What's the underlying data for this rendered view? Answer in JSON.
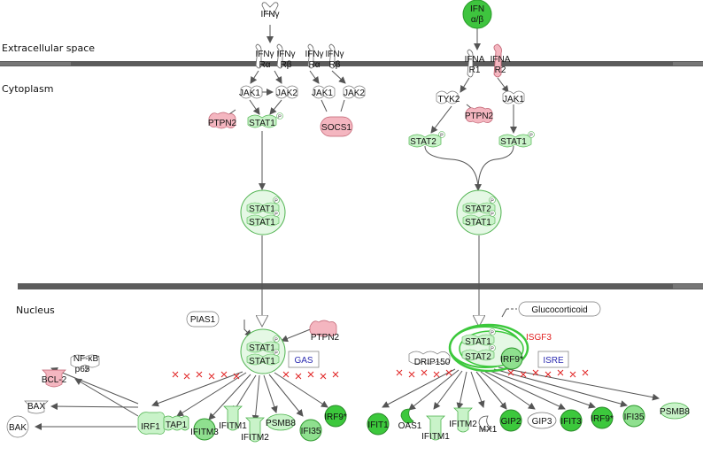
{
  "regions": {
    "extracellular": "Extracellular space",
    "cytoplasm": "Cytoplasm",
    "nucleus": "Nucleus"
  },
  "ligands": {
    "ifng": "IFNγ",
    "ifnab_1": "IFN",
    "ifnab_2": "α/β"
  },
  "receptors": {
    "ifngr_a1_1": "IFNγ",
    "ifngr_a1_2": "Rα",
    "ifngr_b1_1": "IFNγ",
    "ifngr_b1_2": "Rβ",
    "ifngr_a2_1": "IFNγ",
    "ifngr_a2_2": "Rα",
    "ifngr_b2_1": "IFNγ",
    "ifngr_b2_2": "Rβ",
    "ifnar1_1": "IFNA",
    "ifnar1_2": "R1",
    "ifnar2_1": "IFNA",
    "ifnar2_2": "R2"
  },
  "cyto": {
    "jak1_a": "JAK1",
    "jak2_a": "JAK2",
    "jak1_b": "JAK1",
    "jak2_b": "JAK2",
    "ptpn2_left": "PTPN2",
    "stat1_left": "STAT1",
    "socs1": "SOCS1",
    "tyk2": "TYK2",
    "jak1_right": "JAK1",
    "ptpn2_right": "PTPN2",
    "stat2_right": "STAT2",
    "stat1_right": "STAT1"
  },
  "dimers": {
    "left_top": "STAT1",
    "left_bottom": "STAT1",
    "right_top": "STAT2",
    "right_bottom": "STAT1"
  },
  "nucleus": {
    "pias1": "PIAS1",
    "ptpn2": "PTPN2",
    "stat1_top": "STAT1",
    "stat1_bottom": "STAT1",
    "gas": "GAS",
    "glucocorticoid": "Glucocorticoid",
    "isgf3": "ISGF3",
    "drip150": "DRIP150",
    "isgf3_stat1": "STAT1",
    "isgf3_stat2": "STAT2",
    "isgf3_irf9": "IRF9*",
    "isre": "ISRE",
    "nfkb_1": "NF-κB",
    "nfkb_2": "p65",
    "bcl2": "BCL-2",
    "bax": "BAX",
    "bak": "BAK",
    "irf1": "IRF1"
  },
  "left_targets": [
    "TAP1",
    "IFITM3",
    "IFITM1",
    "IFITM2",
    "PSMB8",
    "IFI35",
    "IRF9*"
  ],
  "right_targets": [
    "IFIT1",
    "OAS1",
    "IFITM1",
    "IFITM2",
    "MX1",
    "GIP2",
    "GIP3",
    "IFIT3",
    "IRF9*",
    "IFI35",
    "PSMB8"
  ],
  "phospho": "P",
  "colors": {
    "green_dark": "#3cc83c",
    "green_mid": "#8fe08f",
    "green_light": "#c9f3c9",
    "pink": "#f4b6c0",
    "membrane": "#5a5a5a",
    "arrow": "#555555",
    "red": "#e02020",
    "blue": "#2a2ab0"
  }
}
